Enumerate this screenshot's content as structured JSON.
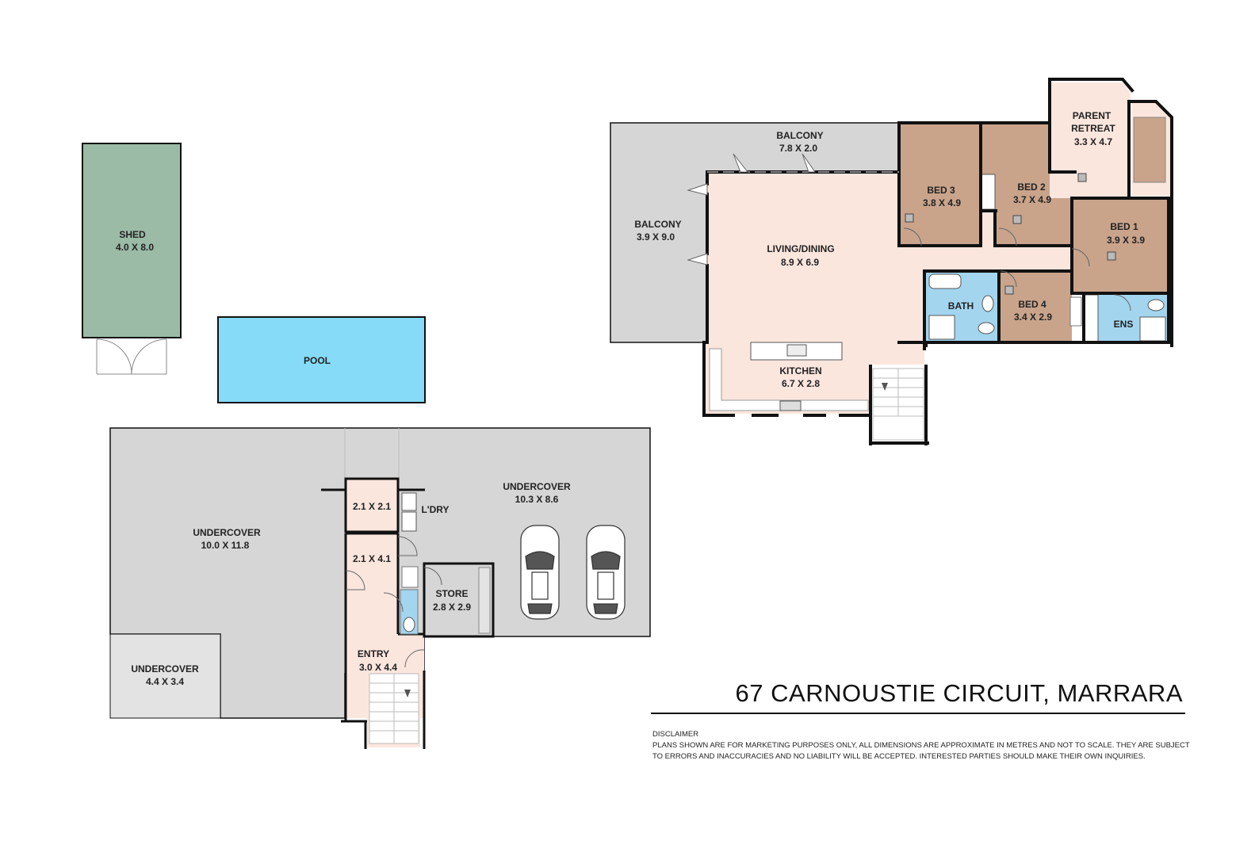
{
  "address": "67 CARNOUSTIE CIRCUIT, MARRARA",
  "disclaimer": {
    "heading": "DISCLAIMER",
    "line1": "PLANS SHOWN ARE FOR MARKETING PURPOSES ONLY, ALL DIMENSIONS ARE APPROXIMATE IN METRES AND NOT TO SCALE. THEY ARE SUBJECT",
    "line2": "TO ERRORS AND INACCURACIES AND NO LIABILITY WILL BE ACCEPTED. INTERESTED PARTIES SHOULD MAKE THEIR OWN INQUIRIES."
  },
  "colors": {
    "shed": "#9bbba6",
    "pool": "#86dcf8",
    "bedroom": "#c9a48b",
    "living": "#fbe6de",
    "wet": "#a3d5ef",
    "outdoor": "#d6d6d6",
    "outdoor_light": "#e3e3e3",
    "wall": "#111111"
  },
  "rooms": {
    "shed": {
      "name": "SHED",
      "dims": "4.0 X 8.0"
    },
    "pool": {
      "name": "POOL"
    },
    "undercover_main": {
      "name": "UNDERCOVER",
      "dims": "10.0 X 11.8"
    },
    "undercover_small": {
      "name": "UNDERCOVER",
      "dims": "4.4 X 3.4"
    },
    "undercover_garage": {
      "name": "UNDERCOVER",
      "dims": "10.3 X 8.6"
    },
    "room_a": {
      "dims": "2.1 X 2.1"
    },
    "room_b": {
      "dims": "2.1 X 4.1"
    },
    "laundry": {
      "name": "L'DRY"
    },
    "store": {
      "name": "STORE",
      "dims": "2.8 X 2.9"
    },
    "entry": {
      "name": "ENTRY",
      "dims": "3.0 X 4.4"
    },
    "balcony_top": {
      "name": "BALCONY",
      "dims": "7.8 X 2.0"
    },
    "balcony_left": {
      "name": "BALCONY",
      "dims": "3.9 X 9.0"
    },
    "living": {
      "name": "LIVING/DINING",
      "dims": "8.9 X 6.9"
    },
    "kitchen": {
      "name": "KITCHEN",
      "dims": "6.7 X 2.8"
    },
    "bed3": {
      "name": "BED 3",
      "dims": "3.8 X 4.9"
    },
    "bed2": {
      "name": "BED 2",
      "dims": "3.7 X 4.9"
    },
    "parent": {
      "name1": "PARENT",
      "name2": "RETREAT",
      "dims": "3.3 X 4.7"
    },
    "bed1": {
      "name": "BED 1",
      "dims": "3.9 X 3.9"
    },
    "bath": {
      "name": "BATH"
    },
    "bed4": {
      "name": "BED 4",
      "dims": "3.4 X 2.9"
    },
    "ens": {
      "name": "ENS"
    }
  }
}
